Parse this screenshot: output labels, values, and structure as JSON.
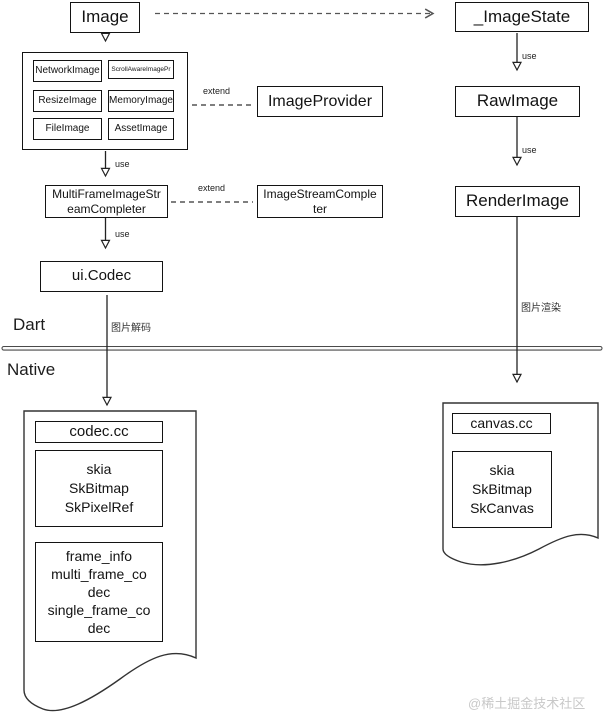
{
  "nodes": {
    "image": "Image",
    "image_state": "_ImageState",
    "network_image": "NetworkImage",
    "scroll_aware": "ScrollAwareImagePr",
    "resize_image": "ResizeImage",
    "memory_image": "MemoryImage",
    "file_image": "FileImage",
    "asset_image": "AssetImage",
    "image_provider": "ImageProvider",
    "raw_image": "RawImage",
    "multi_frame_completer": "MultiFrameImageStr\neamCompleter",
    "image_stream_completer": "ImageStreamComple\nter",
    "render_image": "RenderImage",
    "ui_codec": "ui.Codec",
    "codec_cc": "codec.cc",
    "codec_skia": "skia\nSkBitmap\nSkPixelRef",
    "codec_frames": "frame_info\nmulti_frame_co\ndec\nsingle_frame_co\ndec",
    "canvas_cc": "canvas.cc",
    "canvas_skia": "skia\nSkBitmap\nSkCanvas"
  },
  "labels": {
    "use": "use",
    "extend": "extend",
    "dart": "Dart",
    "native": "Native",
    "decode": "图片解码",
    "render": "图片渲染"
  },
  "watermark": "@稀土掘金技术社区",
  "colors": {
    "border": "#131313",
    "background": "#ffffff",
    "dashed_arrow": "#555555",
    "watermark": "#c8c8c8"
  }
}
